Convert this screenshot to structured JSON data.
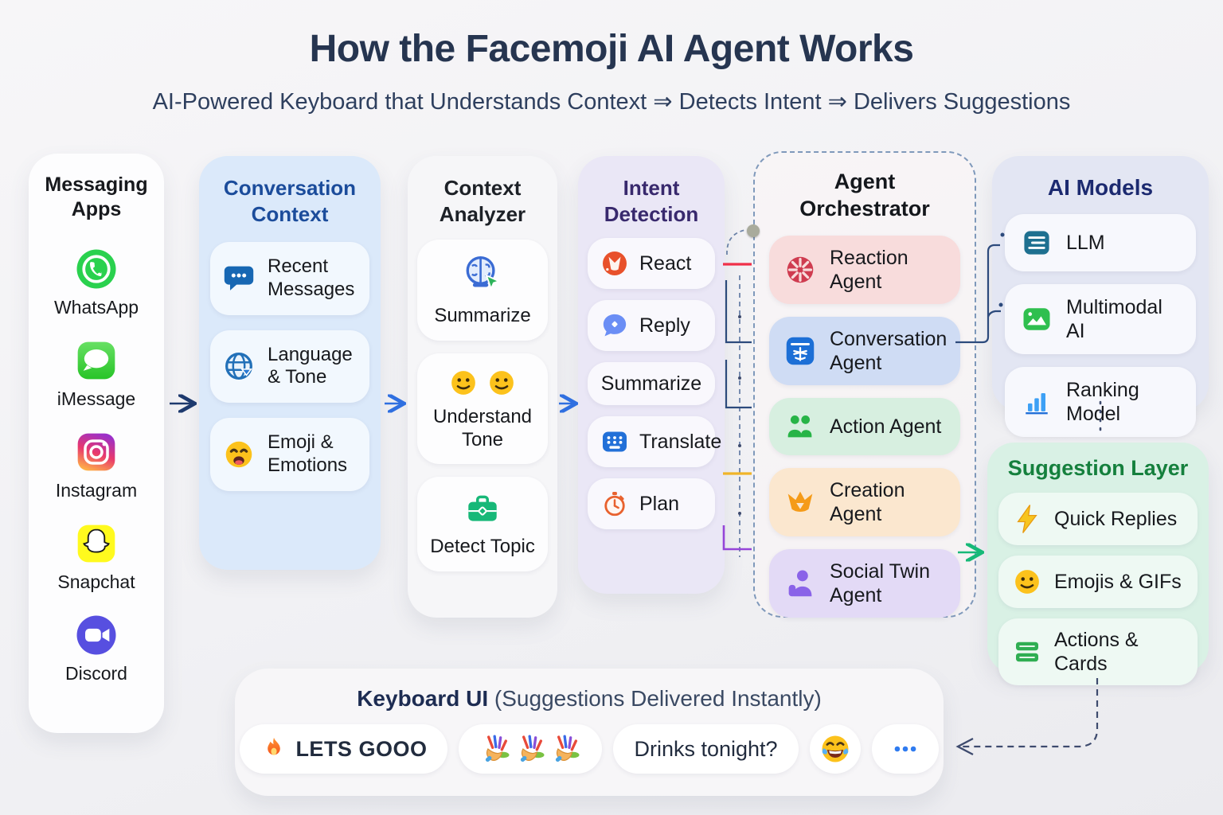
{
  "page": {
    "title": "How the Facemoji AI Agent Works",
    "subtitle": "AI-Powered Keyboard that Understands Context ⇒ Detects Intent ⇒ Delivers Suggestions"
  },
  "messaging_apps": {
    "title": "Messaging Apps",
    "items": [
      {
        "label": "WhatsApp",
        "icon": "whatsapp-icon",
        "color": "#2ad14e"
      },
      {
        "label": "iMessage",
        "icon": "imessage-icon",
        "color": "#30c932"
      },
      {
        "label": "Instagram",
        "icon": "instagram-icon",
        "color": "#e1306c"
      },
      {
        "label": "Snapchat",
        "icon": "snapchat-icon",
        "color": "#fffa1e"
      },
      {
        "label": "Discord",
        "icon": "discord-icon",
        "color": "#574fe0"
      }
    ]
  },
  "conversation_context": {
    "title": "Conversation Context",
    "items": [
      {
        "label": "Recent Messages",
        "icon": "chat-bubble-icon"
      },
      {
        "label": "Language & Tone",
        "icon": "globe-icon"
      },
      {
        "label": "Emoji & Emotions",
        "icon": "emoji-face-icon"
      }
    ]
  },
  "context_analyzer": {
    "title": "Context Analyzer",
    "items": [
      {
        "label": "Summarize",
        "icon": "ai-brain-icon"
      },
      {
        "label": "Understand Tone",
        "icon": "two-faces-icon"
      },
      {
        "label": "Detect Topic",
        "icon": "briefcase-icon"
      }
    ]
  },
  "intent_detection": {
    "title": "Intent Detection",
    "items": [
      {
        "label": "React",
        "icon": "react-icon"
      },
      {
        "label": "Reply",
        "icon": "reply-bubble-icon"
      },
      {
        "label": "Summarize",
        "icon": ""
      },
      {
        "label": "Translate",
        "icon": "translate-grid-icon"
      },
      {
        "label": "Plan",
        "icon": "stopwatch-icon"
      }
    ]
  },
  "agent_orchestrator": {
    "title": "Agent Orchestrator",
    "items": [
      {
        "label": "Reaction Agent",
        "icon": "reaction-wheel-icon",
        "bg": "#f8dcdc",
        "accent": "#cf3c50"
      },
      {
        "label": "Conversation Agent",
        "icon": "translate-square-icon",
        "bg": "#cfdcf4",
        "accent": "#1c6fd6"
      },
      {
        "label": "Action Agent",
        "icon": "people-icon",
        "bg": "#d7efe0",
        "accent": "#27b447"
      },
      {
        "label": "Creation Agent",
        "icon": "crown-icon",
        "bg": "#fbe7cf",
        "accent": "#f59b18"
      },
      {
        "label": "Social Twin Agent",
        "icon": "person-icon",
        "bg": "#e3daf6",
        "accent": "#8a63e8"
      }
    ]
  },
  "ai_models": {
    "title": "AI Models",
    "items": [
      {
        "label": "LLM",
        "icon": "document-lines-icon"
      },
      {
        "label": "Multimodal AI",
        "icon": "image-icon"
      },
      {
        "label": "Ranking Model",
        "icon": "bar-chart-icon"
      }
    ]
  },
  "suggestion_layer": {
    "title": "Suggestion Layer",
    "items": [
      {
        "label": "Quick Replies",
        "icon": "lightning-icon"
      },
      {
        "label": "Emojis & GIFs",
        "icon": "smiley-icon"
      },
      {
        "label": "Actions & Cards",
        "icon": "cards-icon"
      }
    ]
  },
  "keyboard": {
    "title": "Keyboard UI",
    "subtitle": "(Suggestions Delivered Instantly)",
    "chips": [
      {
        "label": "LETS GOOO",
        "icon": "fire-icon"
      },
      {
        "label": "",
        "icon": "waving-hands-icon"
      },
      {
        "label": "Drinks tonight?",
        "icon": ""
      },
      {
        "label": "",
        "icon": "laughing-emoji-icon"
      },
      {
        "label": "",
        "icon": "ellipsis-icon"
      }
    ]
  },
  "colors": {
    "title_text": "#263550",
    "context_header": "#1b4c9b",
    "intent_header": "#38296d",
    "models_header": "#1c2a70",
    "suggestion_header": "#15803d",
    "flow_arrow_navy": "#1e3a6e",
    "flow_arrow_blue": "#2f6fe0",
    "flow_arrow_green": "#17b978",
    "link_red": "#f03049",
    "link_yellow": "#f0b429",
    "link_purple": "#9545d8",
    "link_navy": "#2c4a7c"
  }
}
